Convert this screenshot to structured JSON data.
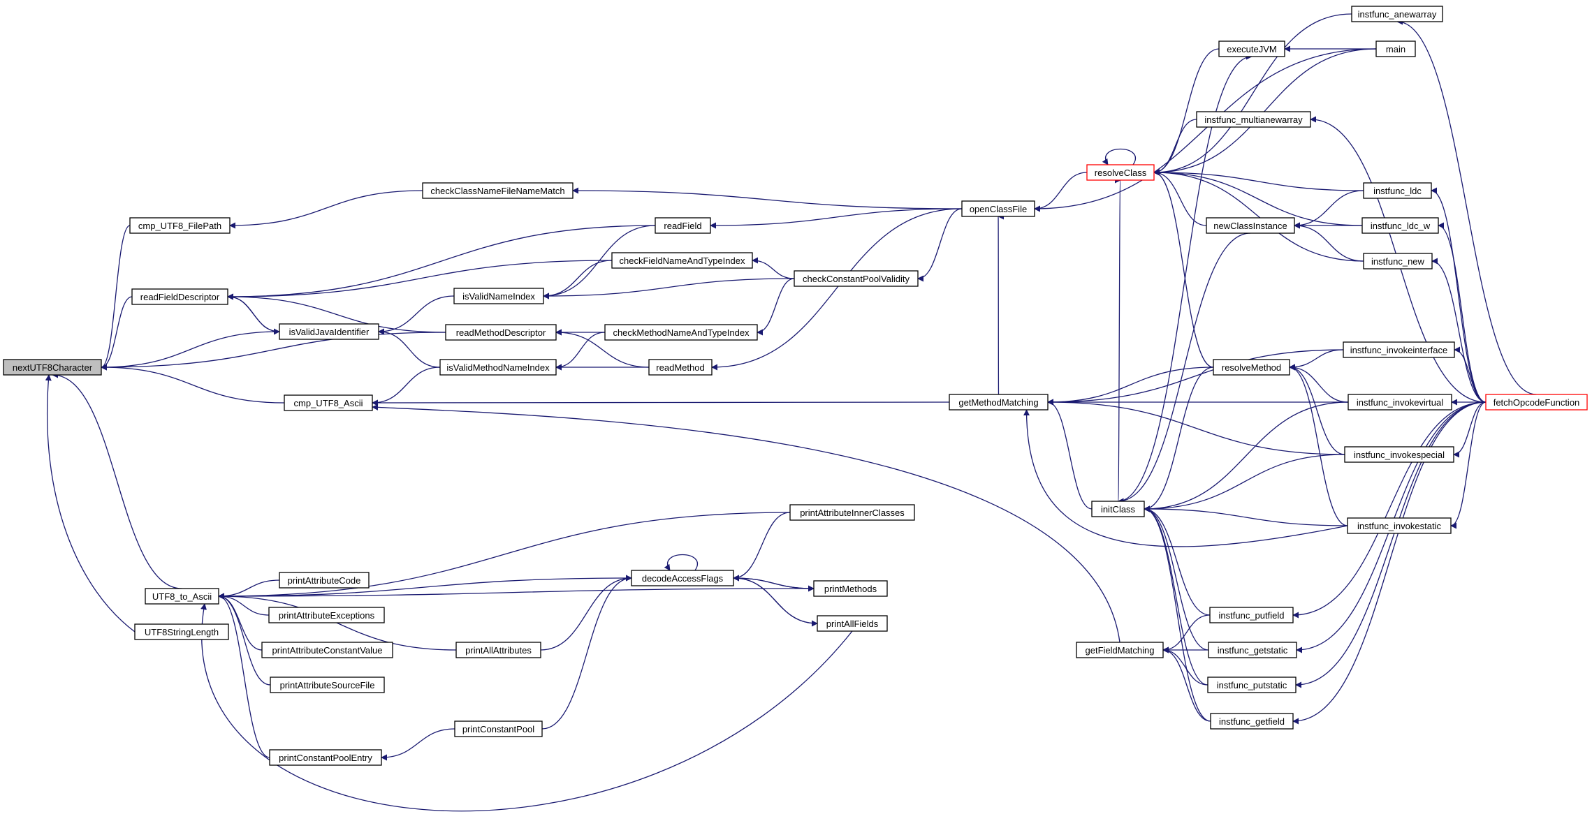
{
  "colors": {
    "edge": "#191970",
    "node_border": "#000000",
    "node_border_highlight": "#ff0000",
    "root_fill": "#bfbfbf",
    "node_fill": "#ffffff"
  },
  "nodes": {
    "nextUTF8Character": "nextUTF8Character",
    "cmp_UTF8_FilePath": "cmp_UTF8_FilePath",
    "readFieldDescriptor": "readFieldDescriptor",
    "isValidJavaIdentifier": "isValidJavaIdentifier",
    "cmp_UTF8_Ascii": "cmp_UTF8_Ascii",
    "UTF8_to_Ascii": "UTF8_to_Ascii",
    "UTF8StringLength": "UTF8StringLength",
    "checkClassNameFileNameMatch": "checkClassNameFileNameMatch",
    "readField": "readField",
    "checkFieldNameAndTypeIndex": "checkFieldNameAndTypeIndex",
    "isValidNameIndex": "isValidNameIndex",
    "readMethodDescriptor": "readMethodDescriptor",
    "checkMethodNameAndTypeIndex": "checkMethodNameAndTypeIndex",
    "isValidMethodNameIndex": "isValidMethodNameIndex",
    "readMethod": "readMethod",
    "checkConstantPoolValidity": "checkConstantPoolValidity",
    "openClassFile": "openClassFile",
    "getMethodMatching": "getMethodMatching",
    "printAttributeInnerClasses": "printAttributeInnerClasses",
    "printAttributeCode": "printAttributeCode",
    "printAttributeExceptions": "printAttributeExceptions",
    "printAttributeConstantValue": "printAttributeConstantValue",
    "printAttributeSourceFile": "printAttributeSourceFile",
    "printAllAttributes": "printAllAttributes",
    "printConstantPool": "printConstantPool",
    "printConstantPoolEntry": "printConstantPoolEntry",
    "decodeAccessFlags": "decodeAccessFlags",
    "printMethods": "printMethods",
    "printAllFields": "printAllFields",
    "resolveClass": "resolveClass",
    "executeJVM": "executeJVM",
    "main": "main",
    "instfunc_anewarray": "instfunc_anewarray",
    "instfunc_multianewarray": "instfunc_multianewarray",
    "instfunc_ldc": "instfunc_ldc",
    "instfunc_ldc_w": "instfunc_ldc_w",
    "newClassInstance": "newClassInstance",
    "instfunc_new": "instfunc_new",
    "resolveMethod": "resolveMethod",
    "instfunc_invokeinterface": "instfunc_invokeinterface",
    "instfunc_invokevirtual": "instfunc_invokevirtual",
    "instfunc_invokespecial": "instfunc_invokespecial",
    "instfunc_invokestatic": "instfunc_invokestatic",
    "initClass": "initClass",
    "getFieldMatching": "getFieldMatching",
    "instfunc_putfield": "instfunc_putfield",
    "instfunc_getstatic": "instfunc_getstatic",
    "instfunc_putstatic": "instfunc_putstatic",
    "instfunc_getfield": "instfunc_getfield",
    "fetchOpcodeFunction": "fetchOpcodeFunction"
  }
}
